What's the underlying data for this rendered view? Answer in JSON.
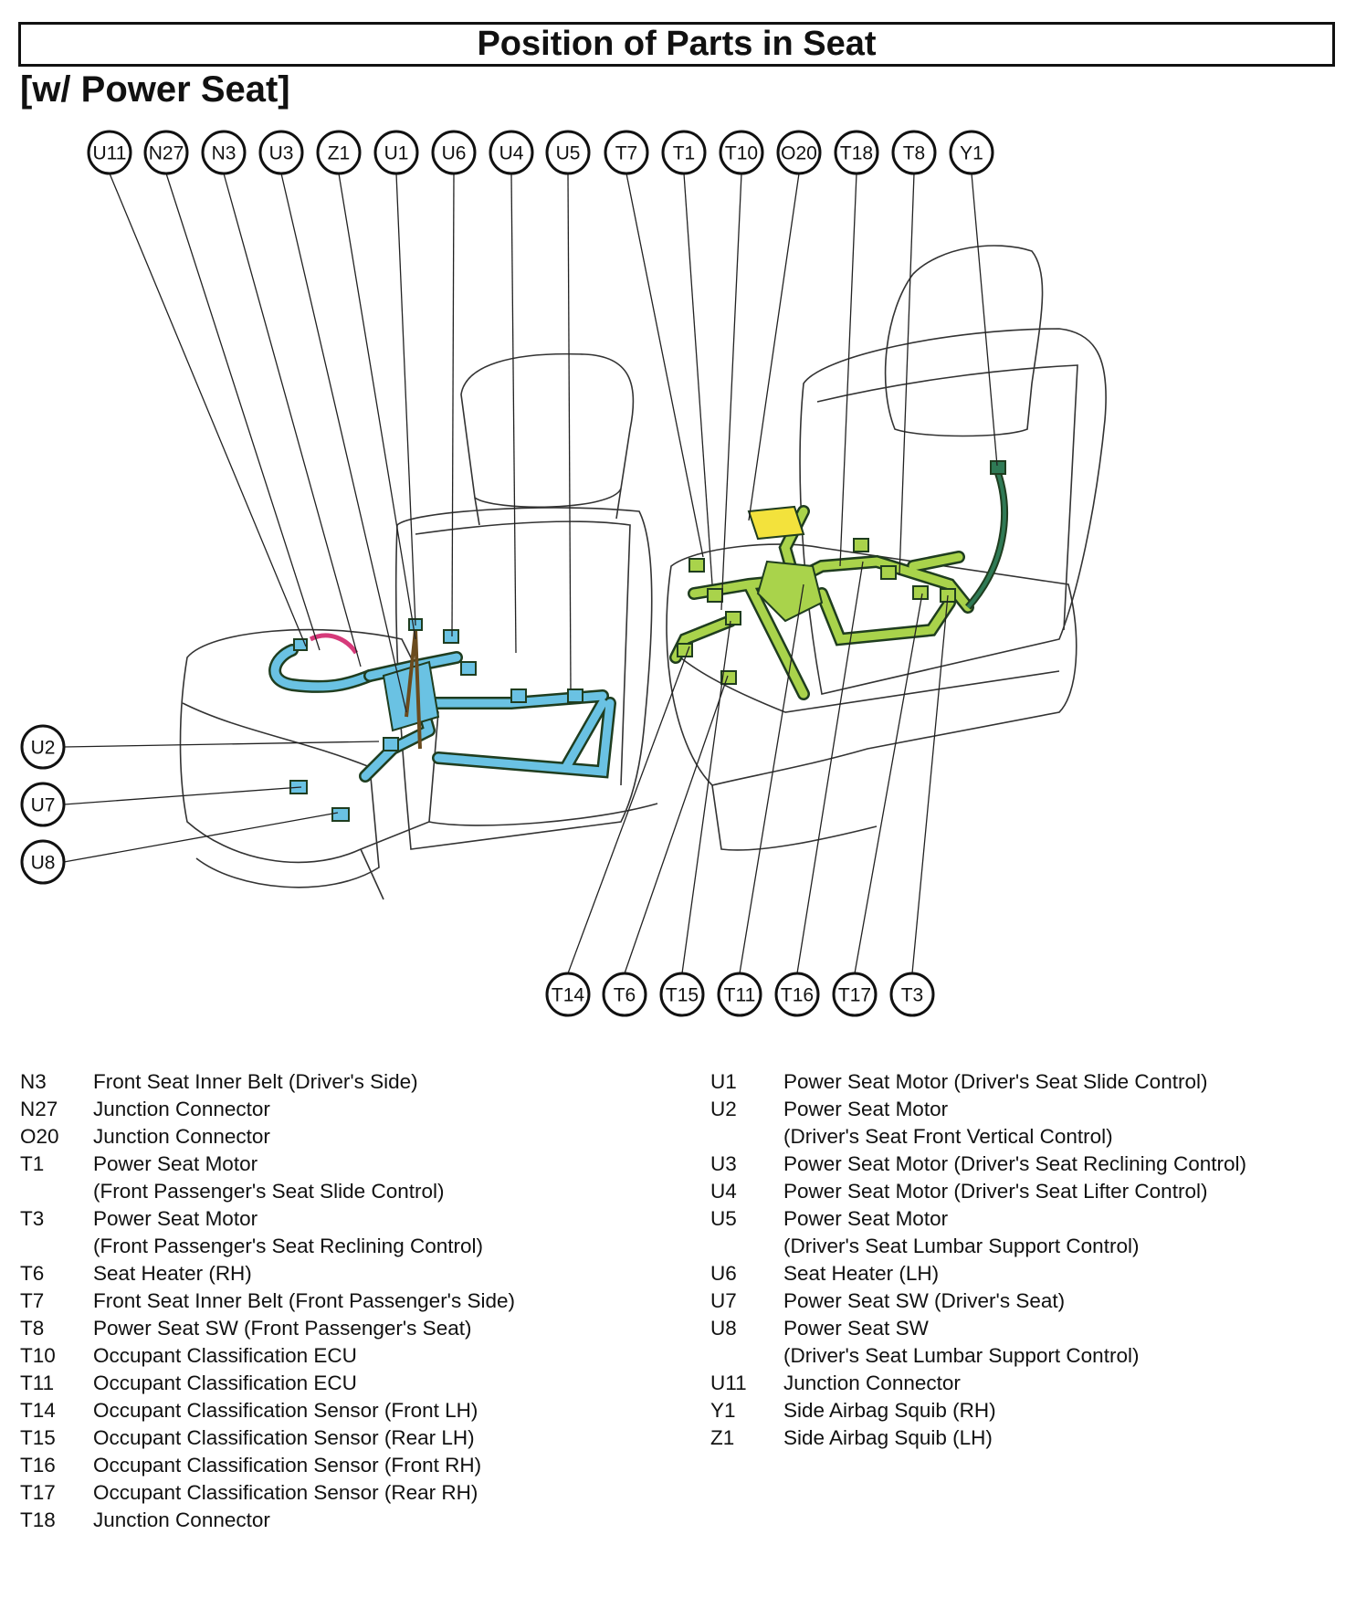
{
  "page": {
    "title": "Position of Parts in Seat",
    "subtitle": "[w/ Power Seat]"
  },
  "callouts_top": [
    "U11",
    "N27",
    "N3",
    "U3",
    "Z1",
    "U1",
    "U6",
    "U4",
    "U5",
    "T7",
    "T1",
    "T10",
    "O20",
    "T18",
    "T8",
    "Y1"
  ],
  "callouts_left": [
    "U2",
    "U7",
    "U8"
  ],
  "callouts_bottom": [
    "T14",
    "T6",
    "T15",
    "T11",
    "T16",
    "T17",
    "T3"
  ],
  "colors": {
    "driver_harness": "#6ac2e3",
    "passenger_harness": "#a9d34b",
    "harness_outline": "#1f3d1f",
    "airbag_harness": "#2f7a55",
    "heater_wire": "#d63a7a",
    "o20_connector": "#f3e23c"
  },
  "legend_left": [
    {
      "code": "N3",
      "lines": [
        "Front Seat Inner Belt (Driver's Side)"
      ]
    },
    {
      "code": "N27",
      "lines": [
        "Junction Connector"
      ]
    },
    {
      "code": "",
      "lines": [
        ""
      ]
    },
    {
      "code": "O20",
      "lines": [
        "Junction Connector"
      ]
    },
    {
      "code": "",
      "lines": [
        ""
      ]
    },
    {
      "code": "T1",
      "lines": [
        "Power Seat Motor",
        "(Front Passenger's Seat Slide Control)"
      ]
    },
    {
      "code": "T3",
      "lines": [
        "Power Seat Motor",
        "(Front Passenger's Seat Reclining Control)"
      ]
    },
    {
      "code": "T6",
      "lines": [
        "Seat Heater (RH)"
      ]
    },
    {
      "code": "T7",
      "lines": [
        "Front Seat Inner Belt (Front Passenger's Side)"
      ]
    },
    {
      "code": "T8",
      "lines": [
        "Power Seat SW (Front Passenger's Seat)"
      ]
    },
    {
      "code": "T10",
      "lines": [
        "Occupant Classification ECU"
      ]
    },
    {
      "code": "T11",
      "lines": [
        "Occupant Classification ECU"
      ]
    },
    {
      "code": "T14",
      "lines": [
        "Occupant Classification Sensor (Front LH)"
      ]
    },
    {
      "code": "T15",
      "lines": [
        "Occupant Classification Sensor (Rear LH)"
      ]
    },
    {
      "code": "T16",
      "lines": [
        "Occupant Classification Sensor (Front RH)"
      ]
    },
    {
      "code": "T17",
      "lines": [
        "Occupant Classification Sensor (Rear RH)"
      ]
    },
    {
      "code": "T18",
      "lines": [
        "Junction Connector"
      ]
    }
  ],
  "legend_right": [
    {
      "code": "U1",
      "lines": [
        "Power Seat Motor (Driver's Seat Slide Control)"
      ]
    },
    {
      "code": "U2",
      "lines": [
        "Power Seat Motor",
        "(Driver's Seat Front Vertical Control)"
      ]
    },
    {
      "code": "U3",
      "lines": [
        "Power Seat Motor (Driver's Seat Reclining Control)"
      ]
    },
    {
      "code": "U4",
      "lines": [
        "Power Seat Motor (Driver's Seat Lifter Control)"
      ]
    },
    {
      "code": "U5",
      "lines": [
        "Power Seat Motor",
        "(Driver's Seat Lumbar Support Control)"
      ]
    },
    {
      "code": "U6",
      "lines": [
        "Seat Heater (LH)"
      ]
    },
    {
      "code": "U7",
      "lines": [
        "Power Seat SW (Driver's Seat)"
      ]
    },
    {
      "code": "U8",
      "lines": [
        "Power Seat SW",
        "(Driver's Seat Lumbar Support Control)"
      ]
    },
    {
      "code": "U11",
      "lines": [
        "Junction Connector"
      ]
    },
    {
      "code": "",
      "lines": [
        ""
      ]
    },
    {
      "code": "Y1",
      "lines": [
        "Side Airbag Squib (RH)"
      ]
    },
    {
      "code": "",
      "lines": [
        ""
      ]
    },
    {
      "code": "Z1",
      "lines": [
        "Side Airbag Squib (LH)"
      ]
    }
  ]
}
